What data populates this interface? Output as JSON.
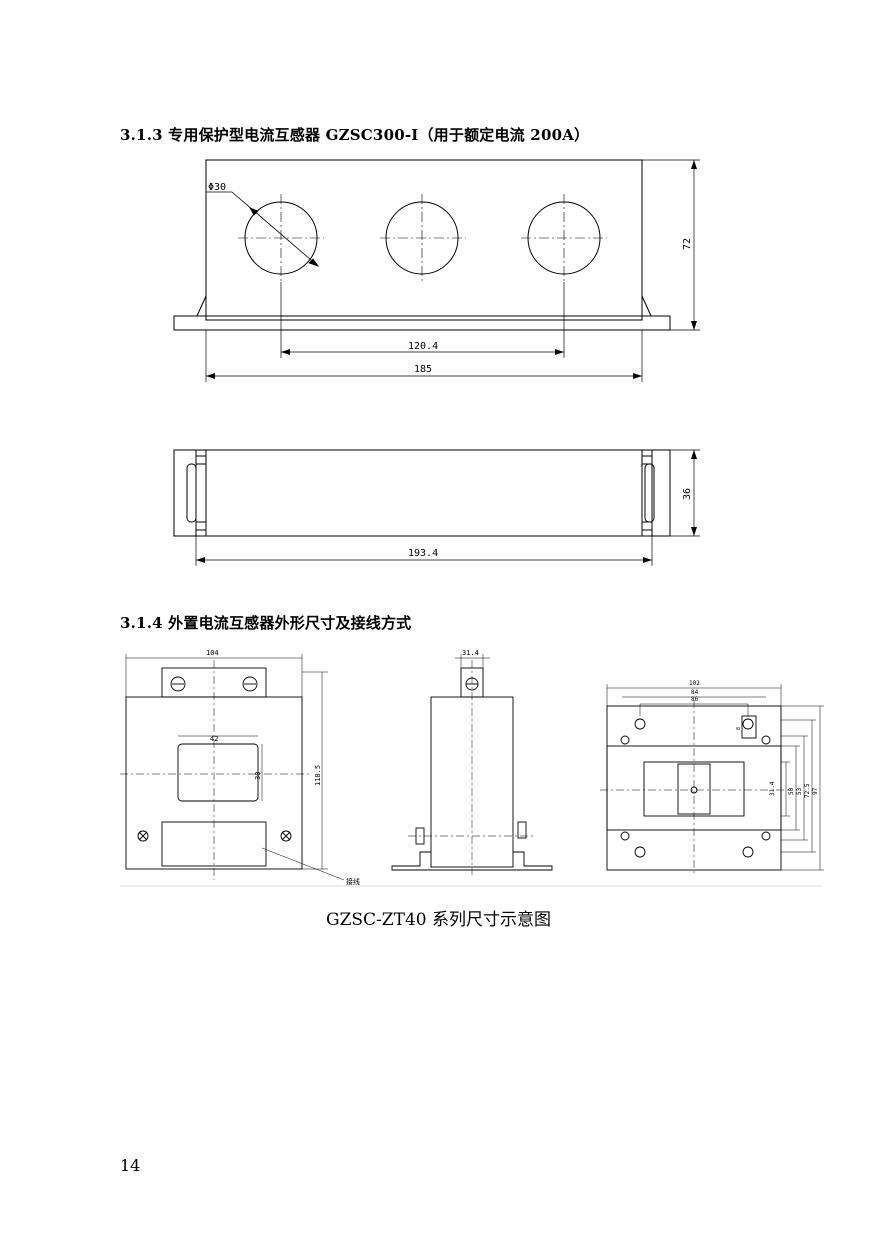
{
  "section_313": {
    "heading": "3.1.3 专用保护型电流互感器 GZSC300-I（用于额定电流 200A）"
  },
  "drawing_front": {
    "diameter_label": "Φ30",
    "height_label": "72",
    "spacing_label": "120.4",
    "width_label": "185"
  },
  "drawing_top": {
    "height_label": "36",
    "width_label": "193.4"
  },
  "section_314": {
    "heading": "3.1.4 外置电流互感器外形尺寸及接线方式"
  },
  "drawing_a": {
    "width_label": "104",
    "window_width_label": "42",
    "window_height_label": "30",
    "height_label": "118.5",
    "terminal_label": "接线"
  },
  "drawing_b": {
    "width_label": "31.4"
  },
  "drawing_c": {
    "width_102": "102",
    "width_84": "84",
    "width_86": "86",
    "small_label": "8",
    "h_31_4": "31.4",
    "h_50": "50",
    "h_53": "53",
    "h_72_5": "72.5",
    "h_97": "97"
  },
  "figure": {
    "caption": "GZSC-ZT40 系列尺寸示意图"
  },
  "page": {
    "number": "14"
  }
}
